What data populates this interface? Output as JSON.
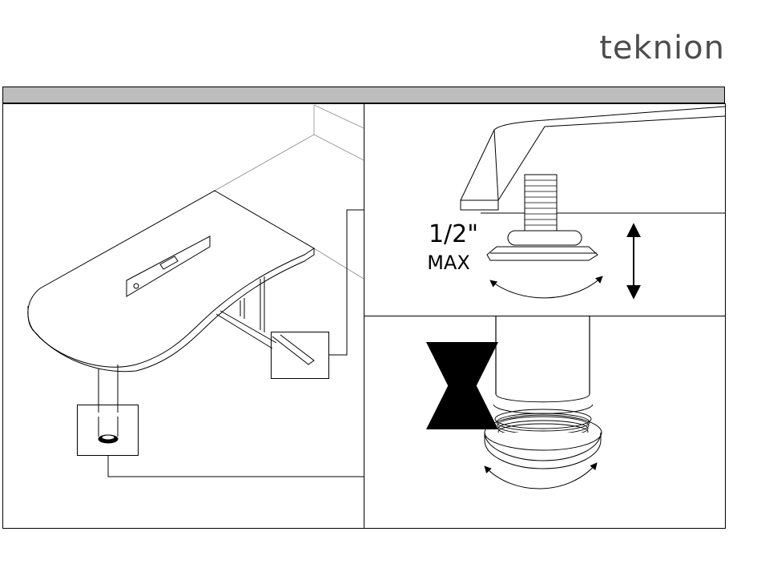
{
  "brand": {
    "logo_text": "teknion"
  },
  "annotations": {
    "height_limit_value": "1/2\"",
    "height_limit_unit": "MAX"
  },
  "icons": [
    "bubble-level-icon",
    "rotate-arrow-icon",
    "vertical-arrow-icon"
  ],
  "colors": {
    "header_bar": "#bdbdbd",
    "line": "#000000",
    "logo": "#4d4d4d"
  }
}
